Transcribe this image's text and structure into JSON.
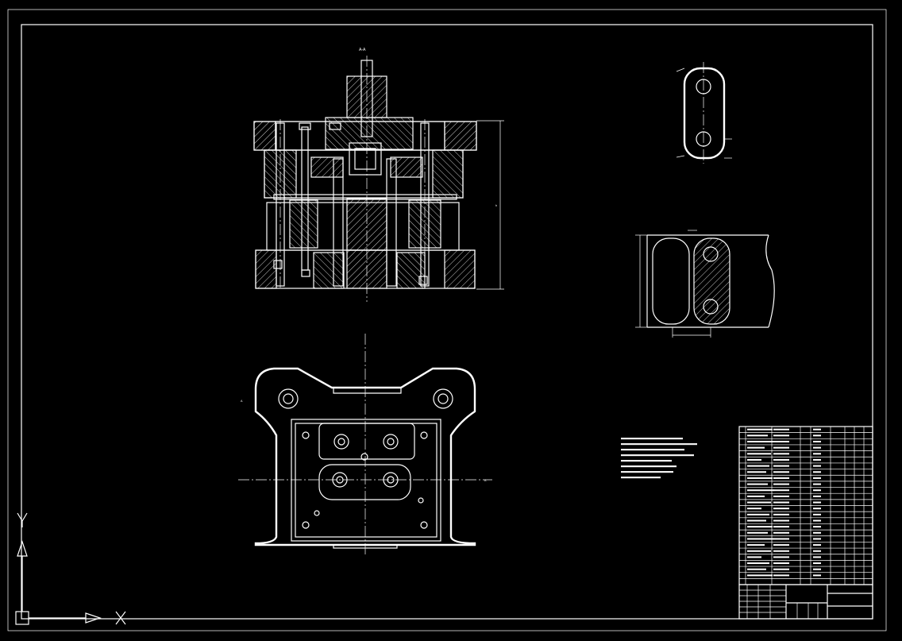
{
  "drawing": {
    "section_label": "A-A",
    "part_view_label": "",
    "layout_label": "",
    "tech_title": "",
    "tech_lines": []
  },
  "bom": {
    "rows": 26,
    "columns": 8
  },
  "ucs": {
    "x_axis": "X",
    "y_axis": "Y"
  }
}
